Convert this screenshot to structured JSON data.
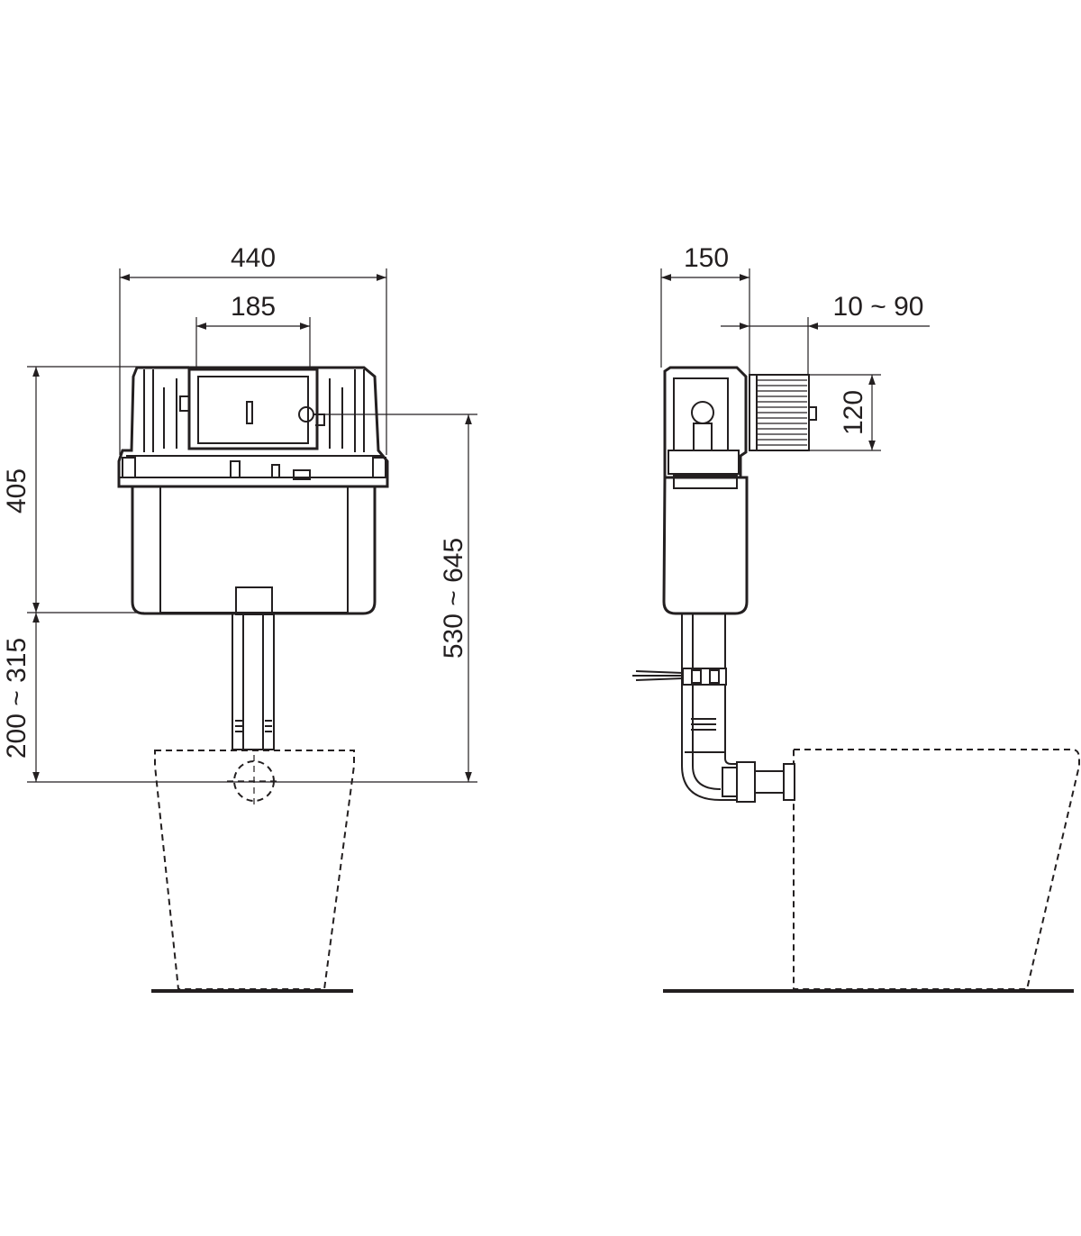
{
  "front_view": {
    "width_overall": "440",
    "width_inner": "185",
    "height_cistern": "405",
    "height_range_lower": "200 ~ 315",
    "height_range_total": "530 ~ 645"
  },
  "side_view": {
    "depth": "150",
    "adjust_range": "10 ~ 90",
    "button_height": "120"
  }
}
